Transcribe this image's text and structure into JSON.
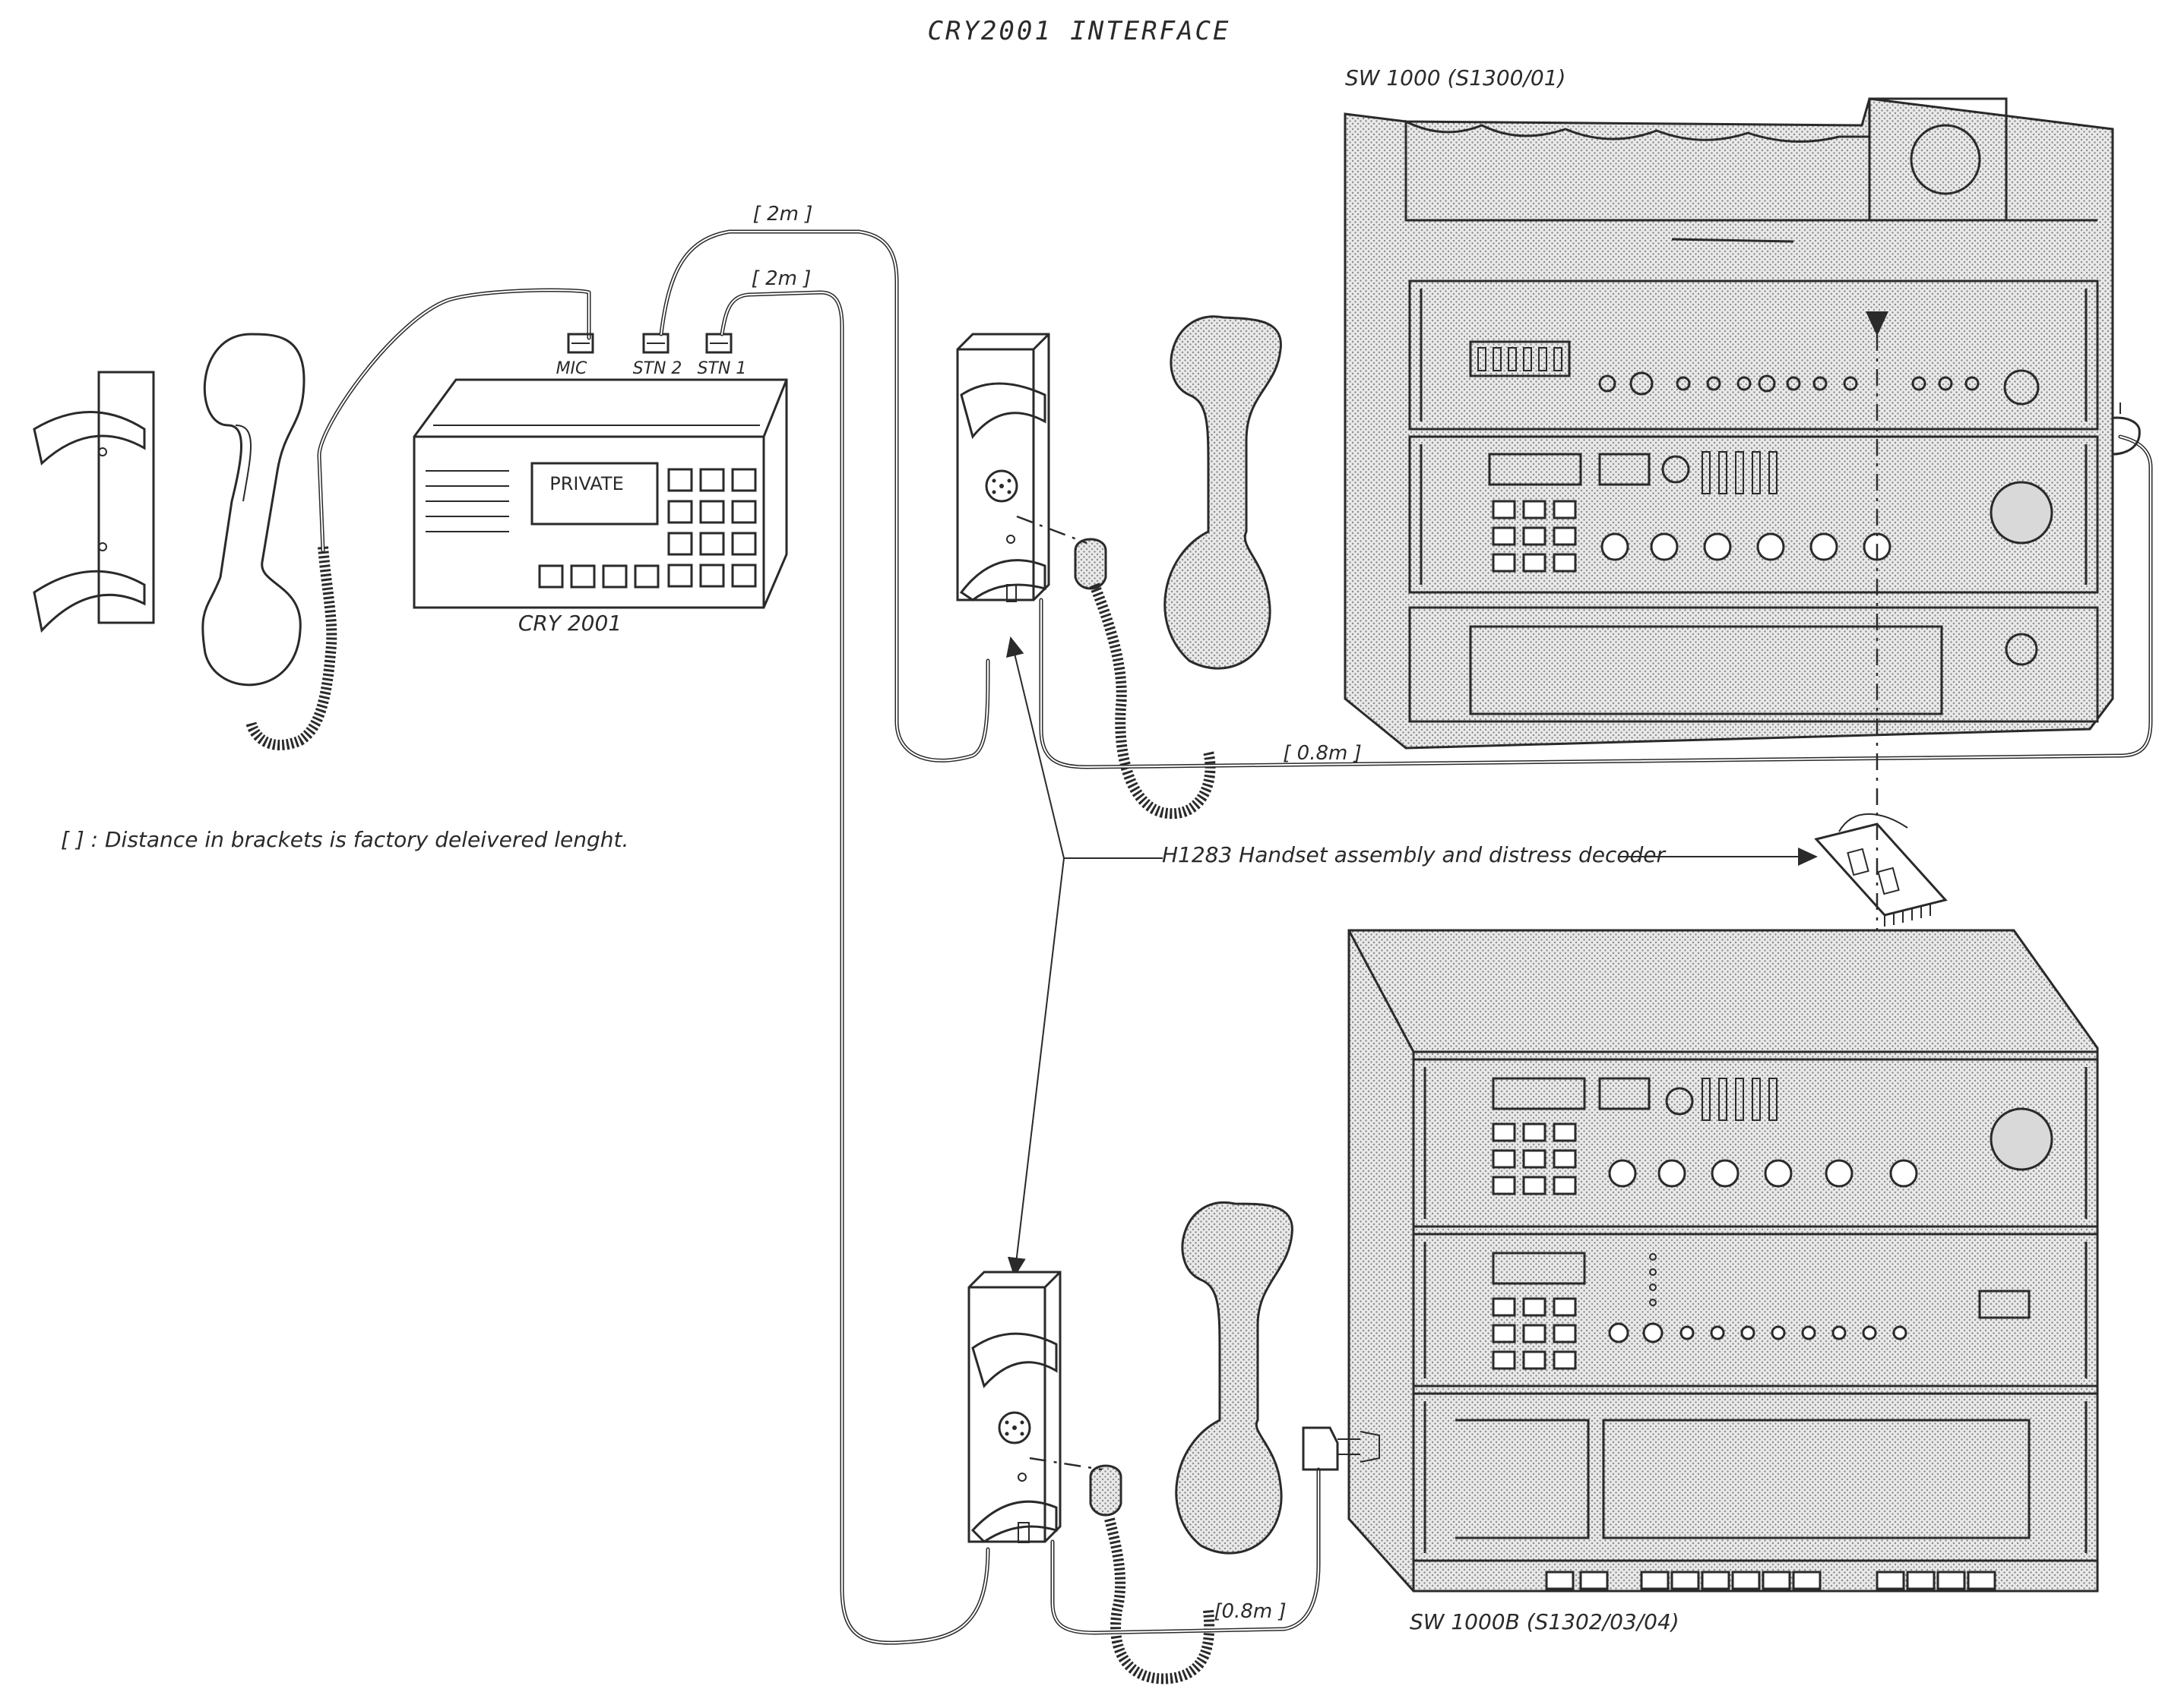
{
  "title": "CRY2001 INTERFACE",
  "labels": {
    "sw1000": "SW 1000 (S1300/01)",
    "sw1000b": "SW 1000B (S1302/03/04)",
    "cry2001": "CRY 2001",
    "private": "PRIVATE",
    "mic": "MIC",
    "stn2": "STN 2",
    "stn1": "STN 1",
    "len_stn2": "[ 2m ]",
    "len_stn1": "[ 2m ]",
    "len_top": "[ 0.8m ]",
    "len_bottom": "[0.8m ]",
    "h1283": "H1283 Handset assembly and distress decoder",
    "note": "[  ] : Distance in brackets is factory deleivered lenght."
  }
}
